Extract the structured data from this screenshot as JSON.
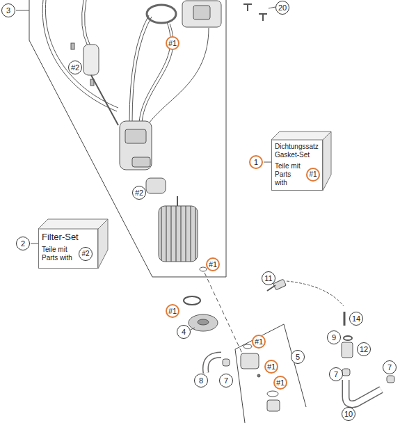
{
  "diagram": {
    "nodes": [
      {
        "text": [
          "Dichtungssatz Gasket-Set",
          "Teile mit Parts with",
          "#1"
        ]
      },
      {
        "text": [
          "Filter-Set",
          "Teile mit Parts with",
          "#2"
        ]
      }
    ],
    "labels": [
      "3",
      "20",
      "#1",
      "#2",
      "1",
      "#2",
      "2",
      "#1",
      "11",
      "#1",
      "14",
      "4",
      "9",
      "#1",
      "12",
      "5",
      "#1",
      "7",
      "7",
      "8",
      "7",
      "#1",
      "10"
    ]
  }
}
